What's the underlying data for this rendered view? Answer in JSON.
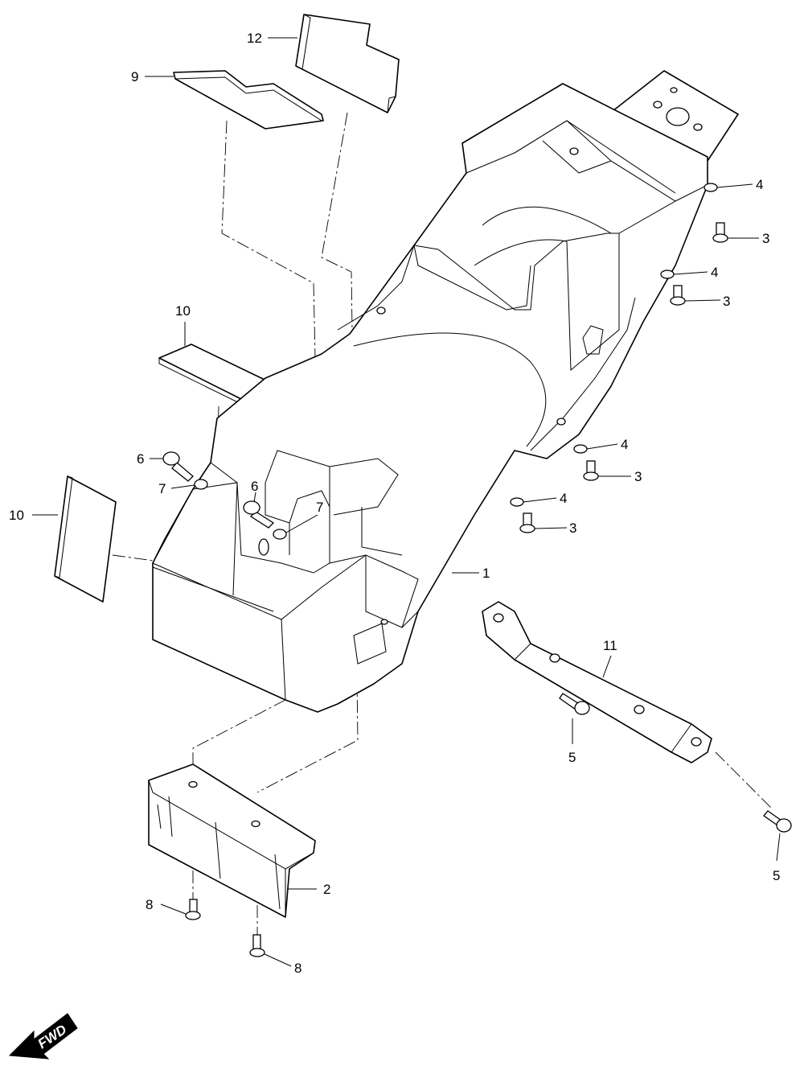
{
  "callouts": {
    "c1": "1",
    "c2": "2",
    "c3a": "3",
    "c3b": "3",
    "c3c": "3",
    "c3d": "3",
    "c4a": "4",
    "c4b": "4",
    "c4c": "4",
    "c4d": "4",
    "c5a": "5",
    "c5b": "5",
    "c6a": "6",
    "c6b": "6",
    "c7a": "7",
    "c7b": "7",
    "c8a": "8",
    "c8b": "8",
    "c9": "9",
    "c10a": "10",
    "c10b": "10",
    "c11": "11",
    "c12": "12"
  },
  "direction": {
    "label": "FWD"
  }
}
